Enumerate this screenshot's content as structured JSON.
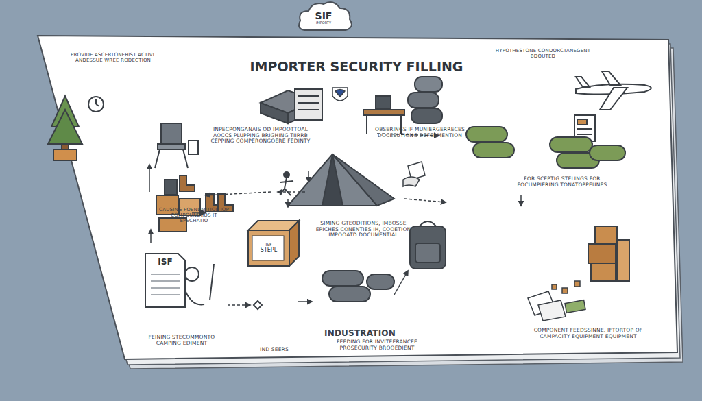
{
  "diagram": {
    "title": "IMPORTER SECURITY FILLING",
    "nodes": [
      {
        "text": [
          "SIF",
          "IMPORTY"
        ]
      },
      {
        "text": [
          "ISF",
          "STEPL"
        ]
      },
      {
        "text": [
          "ISF"
        ]
      }
    ],
    "labels": [
      "PROVIDE ASCERTONERIST ACTIVL ANDESSUE WREE RODECTION",
      "HYPOTHESTONE CONDORCTANEGENT BDOUTED",
      "INPECPONGANAIS OD IMPOOTTOAL AOCCS PLUPPING BRIGHING TIIRRB CEPPING COMPERONGOERE FEDINTY",
      "OBSERINGS IF MUNIERGERRECES DOCEEUTIONG DEFERMENTION",
      "FOR SCEPTIG STELINGS FOR FOCUMPIERING TONATOPPEUNES",
      "CAUSING FOENDMITIOE IOP COMPOUNDIIOS IT EPECHATIO",
      "SIMING GTEODITIONS, IMBOSSE EPICHES CONENTIES IH, COOETION IMPOOATD DOCUMENTIAL",
      "FEINING STECOMMONTO CAMPING EDIMENT",
      "IND SEERS",
      "FEEDING FOR INVITEERANCEE PROSECURITY BROOEDIENT",
      "COMPONENT FEEDSSINNE, IFTORTOP OF CAMPACITY EQUIPMENT EQUIPMENT",
      "INDUSTRATION"
    ]
  }
}
